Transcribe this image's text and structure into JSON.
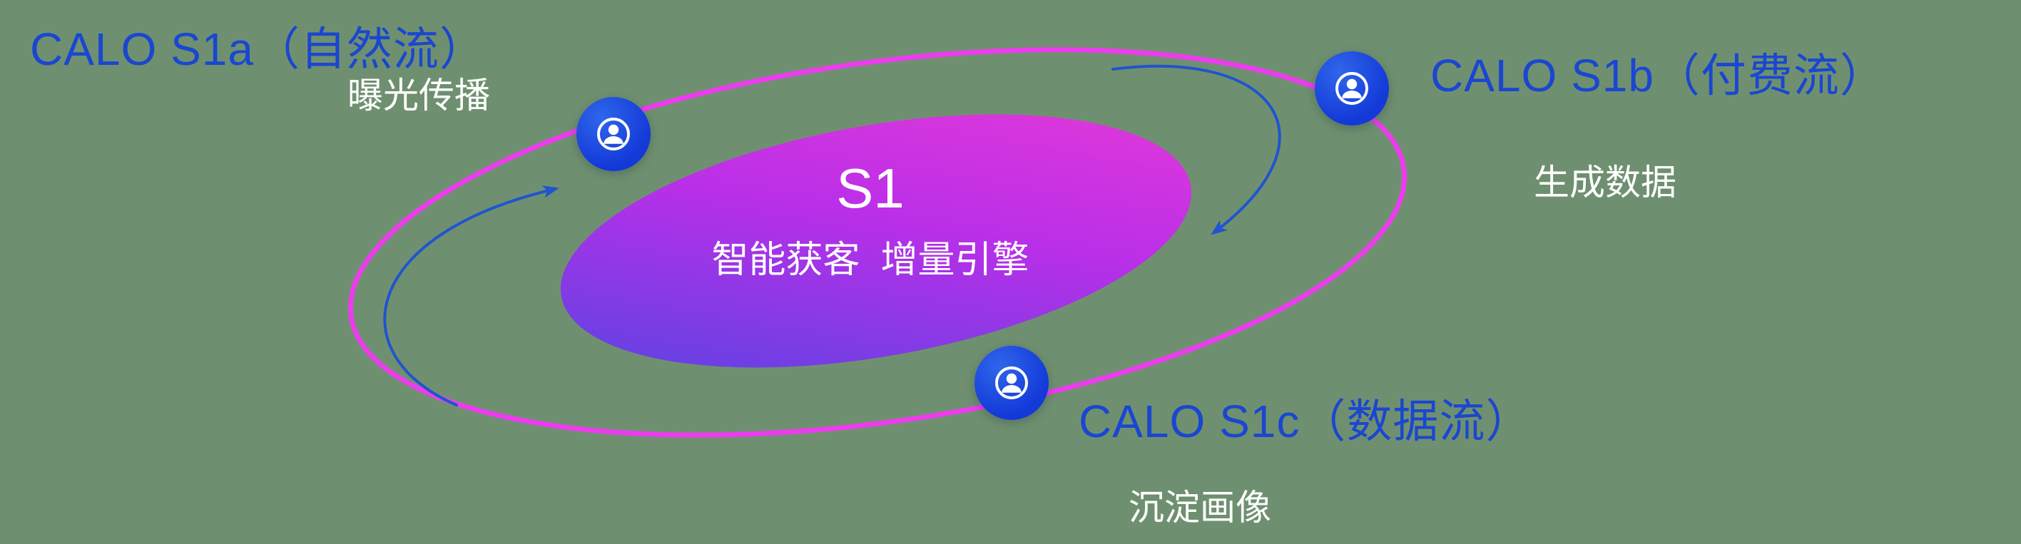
{
  "colors": {
    "bg": "#6f9070",
    "title": "#1a47d0",
    "orbit": "#ec3cee",
    "node": "#1339d8",
    "node2": "#2f66ea",
    "arrow": "#1f55cf",
    "core1": "#4f46e2",
    "core2": "#b92fe8",
    "core3": "#ea3ad6",
    "subtitle": "#ffffff"
  },
  "core": {
    "title": "S1",
    "subtitle": "智能获客  增量引擎"
  },
  "nodes": {
    "s1a": {
      "title": "CALO S1a（自然流）",
      "subtitle": "曝光传播"
    },
    "s1b": {
      "title": "CALO S1b（付费流）",
      "subtitle": "生成数据"
    },
    "s1c": {
      "title": "CALO S1c（数据流）",
      "subtitle": "沉淀画像"
    }
  }
}
